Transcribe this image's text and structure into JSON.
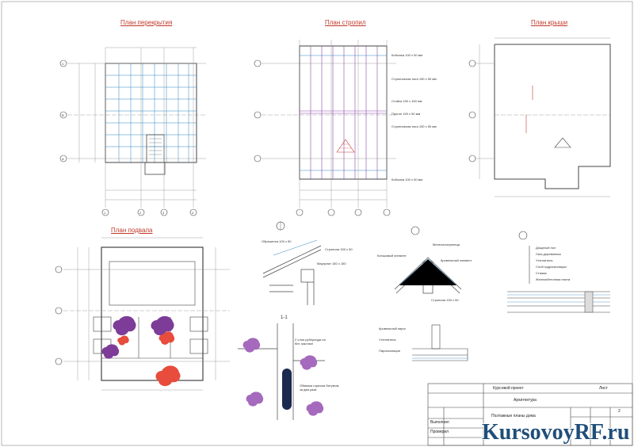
{
  "titles": {
    "floor_plan": "План перекрытия",
    "rafter_plan": "План стропил",
    "roof_plan": "План крыши",
    "basement_plan": "План подвала"
  },
  "rafter_labels": {
    "l1": "Кобылка 100 х 50 мм",
    "l2": "Стропильная нога 150 х 50 мм",
    "l3": "Стойка 150 х 150 мм",
    "l4": "Прогон 150 х 50 мм",
    "l5": "Стропильная нога 150 х 50 мм",
    "l6": "Кобылка 100 х 50 мм"
  },
  "node_labels": {
    "n1a": "Обрешетка 100 х 50",
    "n1b": "Стропила 150 х 50",
    "n1c": "Мауэрлат 150 х 150",
    "n2a": "Металлочерепица",
    "n2b": "Коньковый элемент",
    "n2c": "Кровельный элемент",
    "n2d": "Стропила 150 х 50",
    "n3a": "Кровельный пирог",
    "n3b": "Утеплитель",
    "n3c": "Пароизоляция"
  },
  "layers": [
    "Дощатый пол",
    "Лага деревянная",
    "Утеплитель",
    "Слой гидроизоляции",
    "Стяжка",
    "Железобетонная плита"
  ],
  "section": {
    "title": "1-1",
    "note_1": "2 слоя рубероида на бит. мастике",
    "note_2": "Обмазка горячим битумом за два раза"
  },
  "title_block": {
    "course": "Курсовой проект",
    "code": "Лист",
    "sheet_no": "2",
    "subject": "Архитектура",
    "drawing": "Поэтажные планы дома",
    "designed": "Выполнил",
    "checked": "Проверил"
  },
  "watermark": "KursovoyRF.ru",
  "axes_bottom": [
    "1",
    "2",
    "3",
    "4"
  ],
  "axes_left": [
    "A",
    "B",
    "C"
  ],
  "colors": {
    "title_red": "#c0392b",
    "plan_blue": "#2e86c1",
    "rafter_purple": "#8e44ad",
    "stamp_purple": "#7d3c98",
    "stamp_red": "#e74c3c",
    "stamp_navy": "#1b2a4e",
    "line": "#444444"
  }
}
